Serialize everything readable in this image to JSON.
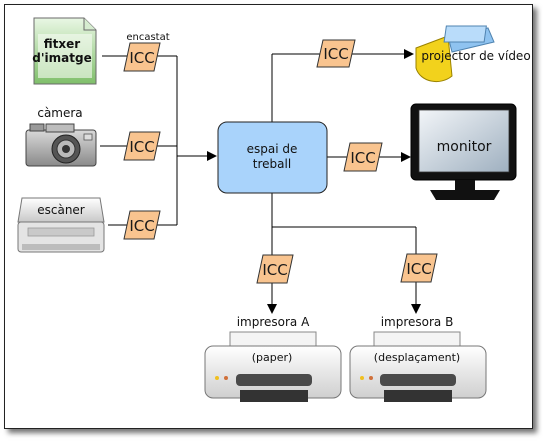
{
  "sources": {
    "image_file": {
      "label": "fitxer d'imatge",
      "tag": "encastat"
    },
    "camera": {
      "label": "càmera"
    },
    "scanner": {
      "label": "escàner"
    }
  },
  "workspace": {
    "label_line1": "espai de",
    "label_line2": "treball"
  },
  "outputs": {
    "projector": {
      "label": "projector de vídeo"
    },
    "monitor": {
      "label": "monitor"
    },
    "printer_a": {
      "label": "impresora A",
      "note": "(paper)"
    },
    "printer_b": {
      "label": "impresora B",
      "note": "(desplaçament)"
    }
  },
  "icc": {
    "label": "ICC"
  },
  "colors": {
    "icc_fill": "#f9c48f",
    "workspace_fill": "#a9d3fb",
    "line": "#000000"
  }
}
